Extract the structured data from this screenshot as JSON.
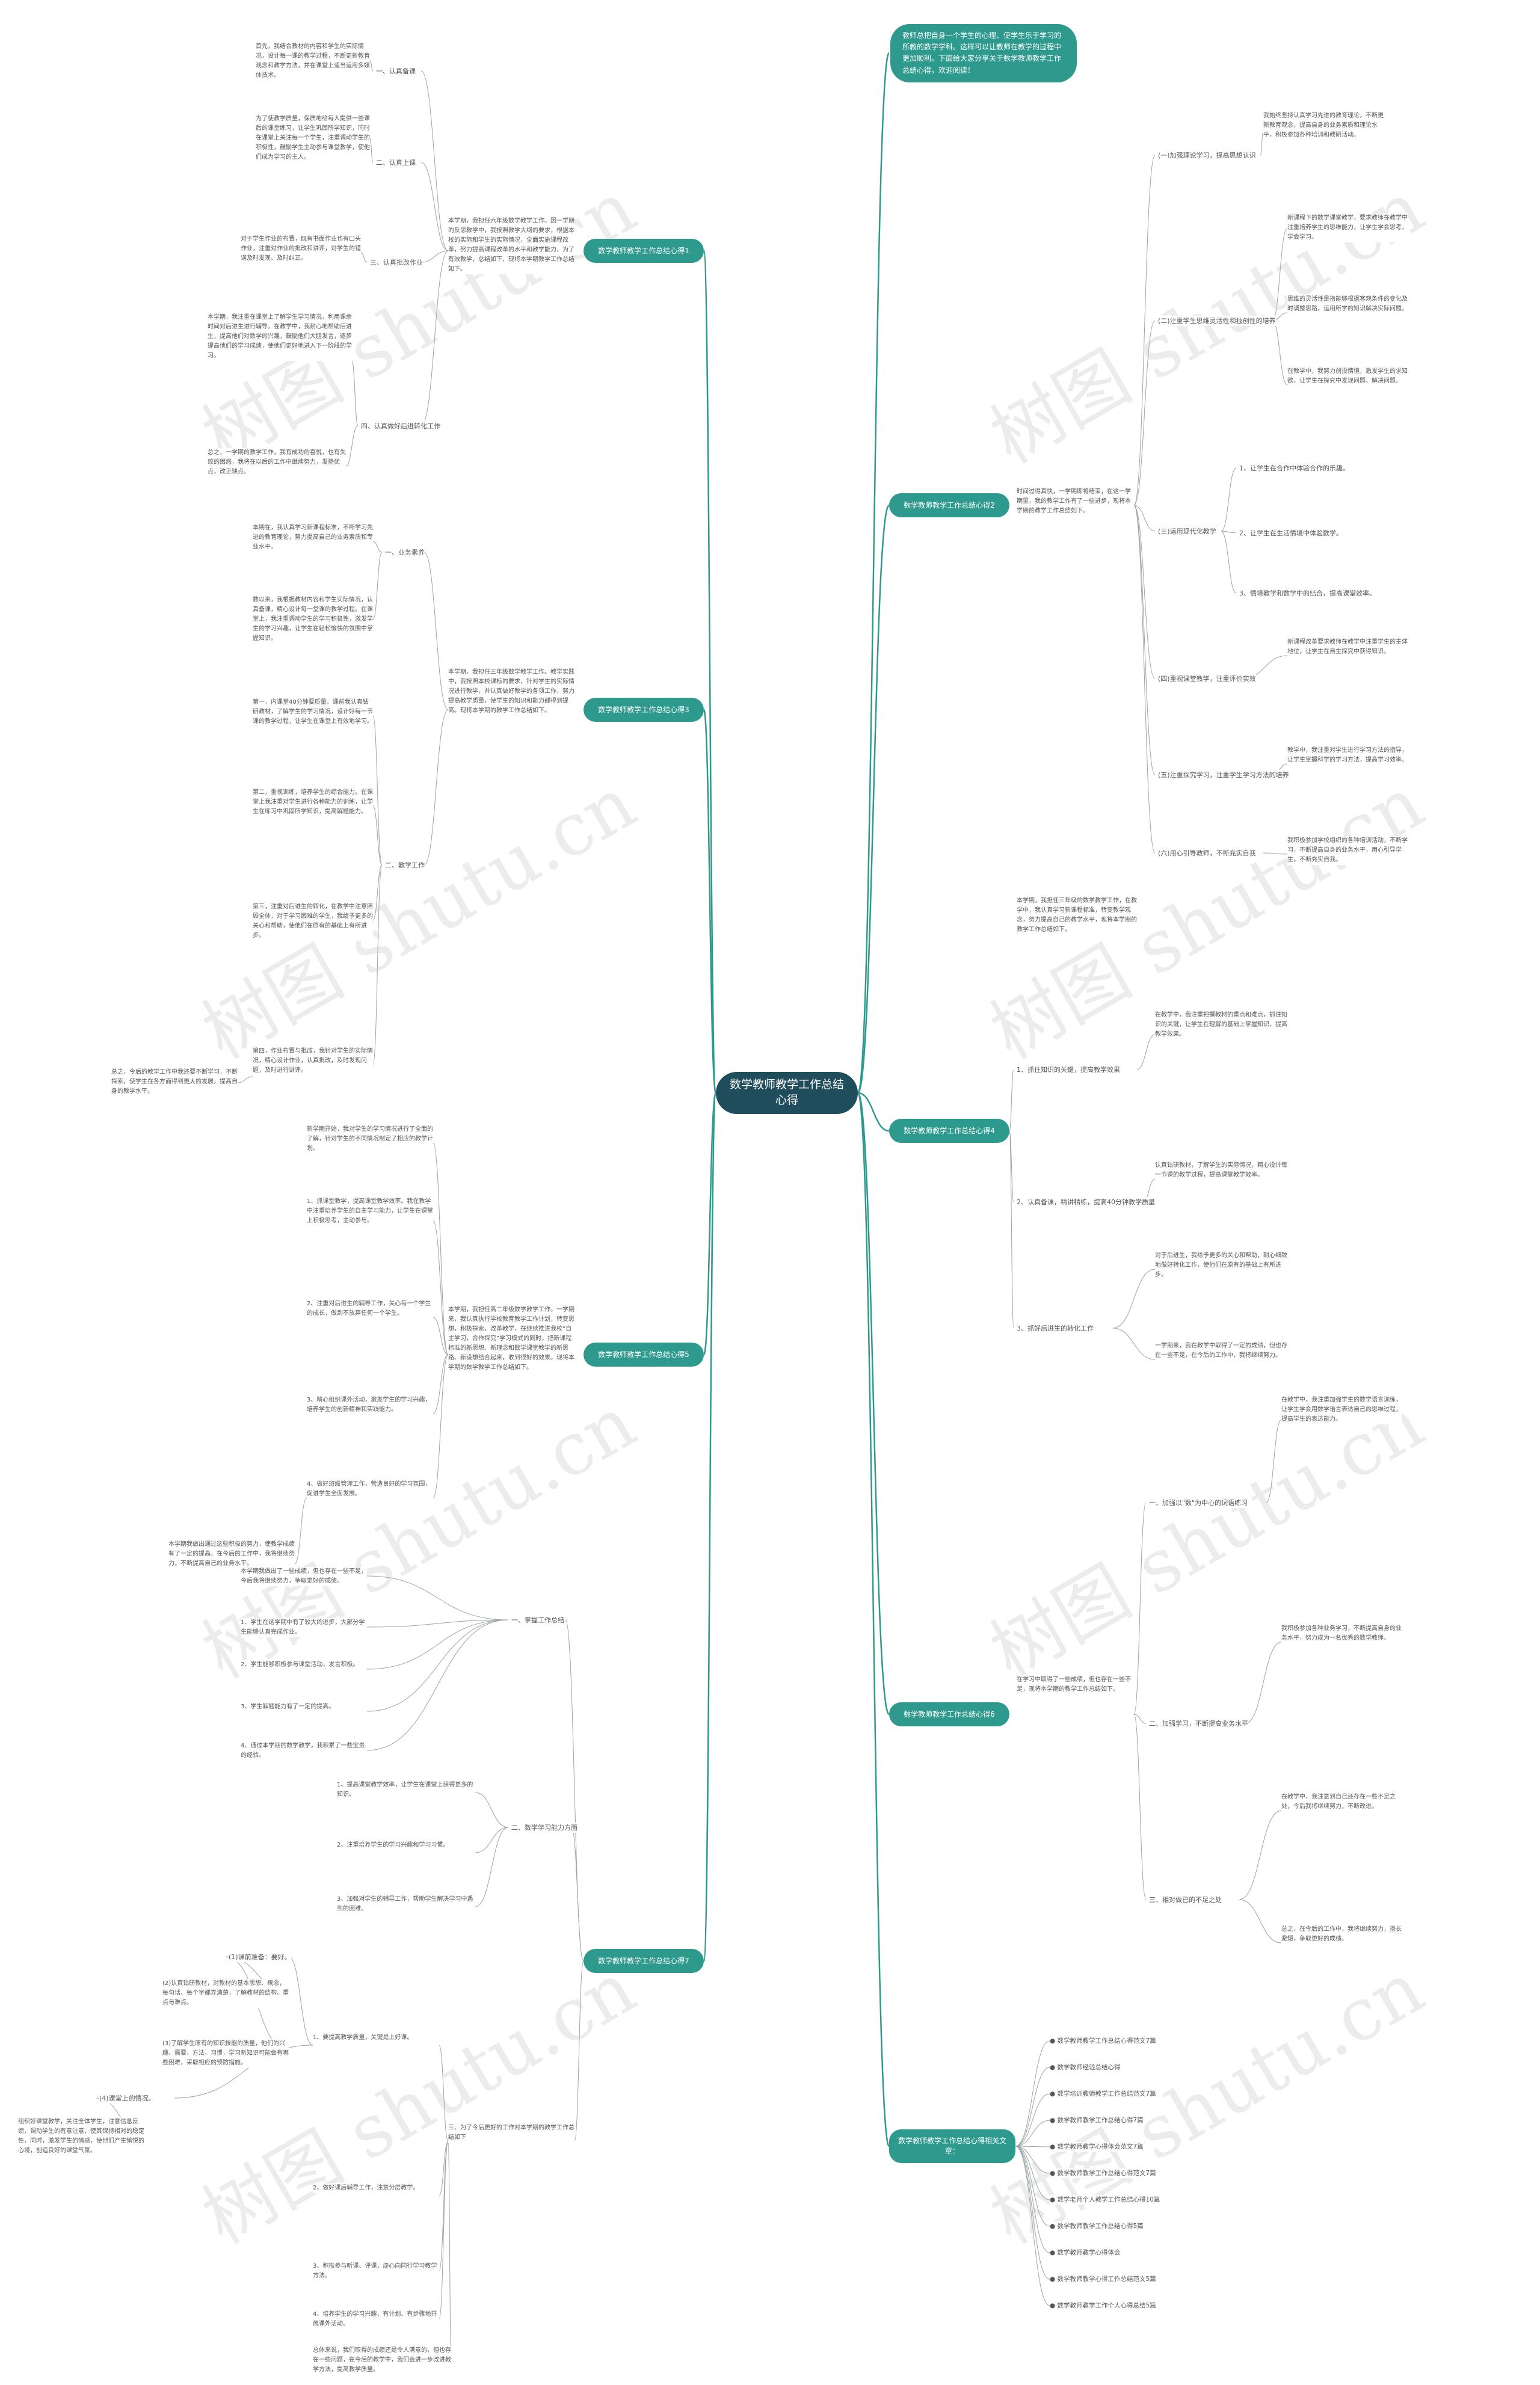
{
  "center": "数学教师教学工作总结心得",
  "intro": "教师总把自身一个学生的心理、使学生乐于学习的所教的数学学科。这样可以让教师在教学的过程中更加顺利。下面给大家分享关于数学教师教学工作总结心得，欢迎阅读！",
  "topics": [
    "数学教师教学工作总结心得1",
    "数学教师教学工作总结心得2",
    "数学教师教学工作总结心得3",
    "数学教师教学工作总结心得4",
    "数学教师教学工作总结心得5",
    "数学教师教学工作总结心得6",
    "数学教师教学工作总结心得7",
    "数学教师教学工作总结心得相关文章："
  ],
  "left1": {
    "summary": "本学期，我担任六年级数学教学工作。因一学期的反思教学中，我按照教学大纲的要求，根据本校的实际和学生的实际情况，全面实施课程改革，努力提高课程改革的水平和教学能力，为了有效教学，总结如下，现将本学期教学工作总结如下。",
    "items": [
      "一、认真备课",
      "二、认真上课",
      "三、认真批改作业",
      "四、认真做好后进转化工作"
    ],
    "p1": "首先，我结合教材的内容和学生的实际情况，设计每一课的教学过程，不断更新教育观念和教学方法，并在课堂上适当运用多媒体技术。",
    "p2": "为了使教学质量，保质地给每人提供一些课后的课堂练习，让学生巩固所学知识，同时在课堂上关注每一个学生，注重调动学生的积极性，鼓励学生主动参与课堂教学，使他们成为学习的主人。",
    "p3": "对于学生作业的布置，既有书面作业也有口头作业，注重对作业的批改和讲评，对学生的错误及时发现、及时纠正。",
    "p4": "本学期，我注重在课堂上了解学生学习情况，利用课余时间对后进生进行辅导。在教学中，我耐心地帮助后进生，提高他们对数学的兴趣，鼓励他们大胆发言，逐步提高他们的学习成绩，使他们更好地进入下一阶段的学习。",
    "p5": "总之，一学期的教学工作，我有成功的喜悦，也有失败的困惑，我将在以后的工作中继续努力，发扬优点，改正缺点。"
  },
  "left3": {
    "summary": "本学期，我担任三年级数学教学工作。教学实践中，我按照本校课标的要求，针对学生的实际情况进行教学，并认真做好教学的各项工作，努力提高教学质量，使学生的知识和能力都得到提高。现将本学期的教学工作总结如下。",
    "items": [
      "一、业务素养",
      "二、教学工作"
    ],
    "p1": "本期在，我认真学习新课程标准，不断学习先进的教育理论，努力提高自己的业务素质和专业水平。",
    "p2": "数以来，我根据教材内容和学生实际情况，认真备课，精心设计每一堂课的教学过程。在课堂上，我注重调动学生的学习积极性，激发学生的学习兴趣，让学生在轻松愉快的氛围中掌握知识。",
    "p3": "第一，内课堂40分钟要质量。课前我认真钻研教材，了解学生的学习情况，设计好每一节课的教学过程，让学生在课堂上有效地学习。",
    "p4": "第二，重视训练，培养学生的综合能力。在课堂上我注重对学生进行各种能力的训练，让学生在练习中巩固所学知识，提高解题能力。",
    "p5": "第三，注重对后进生的转化，在教学中注意照顾全体，对于学习困难的学生，我给予更多的关心和帮助，使他们在原有的基础上有所进步。",
    "p6": "第四，作业布置与批改，我针对学生的实际情况，精心设计作业，认真批改，及时发现问题，及时进行讲评。",
    "p7": "总之，今后的教学工作中我还要不断学习，不断探索，使学生在各方面得到更大的发展，提高自身的教学水平。"
  },
  "left5": {
    "summary": "本学期，我担任高二年级数学教学工作。一学期来，我认真执行学校教育教学工作计划，转变思想，积极探索，改革教学，在继续推进我校“自主学习，合作探究”学习模式的同时，把新课程标准的新思想、新理念和数学课堂教学的新思路、新设想结合起来，收到很好的效果。现将本学期的数学教学工作总结如下。",
    "p1": "新学期开始，我对学生的学习情况进行了全面的了解，针对学生的不同情况制定了相应的教学计划。",
    "p2": "1、抓课堂教学，提高课堂教学效率。我在教学中注重培养学生的自主学习能力，让学生在课堂上积极思考，主动参与。",
    "p3": "2、注重对后进生的辅导工作，关心每一个学生的成长，做到不放弃任何一个学生。",
    "p4": "3、精心组织课外活动，激发学生的学习兴趣，培养学生的创新精神和实践能力。",
    "p5": "4、做好班级管理工作，营造良好的学习氛围，促进学生全面发展。",
    "tail": "本学期我做出通过这些积极的努力，使教学成绩有了一定的提高。在今后的工作中，我将继续努力，不断提高自己的业务水平。"
  },
  "left7": {
    "summary": "一、掌握工作总结",
    "p0": "本学期我做出了一些成绩，但也存在一些不足，今后我将继续努力，争取更好的成绩。",
    "items": [
      "一、掌握工作总结",
      "二、数学学习能力方面",
      "三、为了今后更好的工作对本学期的教学工作总结如下"
    ],
    "p1": "1、学生在这学期中有了较大的进步，大部分学生能够认真完成作业。",
    "p2": "2、学生能够积极参与课堂活动，发言积极。",
    "p3": "3、学生解题能力有了一定的提高。",
    "p4": "4、通过本学期的数学教学，我积累了一些宝贵的经验。",
    "p5": "1、提高课堂教学效率，让学生在课堂上获得更多的知识。",
    "p6": "2、注重培养学生的学习兴趣和学习习惯。",
    "p7": "3、加强对学生的辅导工作，帮助学生解决学习中遇到的困难。",
    "p8": "(1)课前准备：要好。",
    "p9": "(2)认真钻研教材，对教材的基本思想、概念，每句话、每个字都弄清楚，了解教材的结构、重点与难点。",
    "p10": "(3)了解学生原有的知识技能的质量，他们的兴趣、需要、方法、习惯，学习新知识可能会有哪些困难，采取相应的预防措施。",
    "p11": "(4)课堂上的情况。",
    "p12": "组织好课堂教学，关注全体学生，注意信息反馈，调动学生的有意注意，使其保持相对的稳定性，同时，激发学生的情感，使他们产生愉悦的心境，创造良好的课堂气氛。",
    "p13": "1、要提高教学质量，关键是上好课。",
    "p14": "2、做好课后辅导工作，注意分层教学。",
    "p15": "3、积极参与听课、评课，虚心向同行学习教学方法。",
    "p16": "4、培养学生的学习兴趣，有计划、有步骤地开展课外活动。",
    "p17": "总体来说，我们取得的成绩还是令人满意的，但也存在一些问题，在今后的教学中，我们会进一步改进教学方法，提高教学质量。"
  },
  "right2": {
    "summary": "时间过得真快，一学期即将结束，在这一学期里，我的教学工作有了一些进步，现将本学期的教学工作总结如下。",
    "items": [
      "(一)加强理论学习，提高思想认识",
      "(二)注重学生思维灵活性和独创性的培养",
      "(三)运用现代化教学",
      "(四)重视课堂教学，注重评价实效",
      "(五)注重探究学习，注重学生学习方法的培养",
      "(六)用心引导教师，不断充实自我"
    ],
    "p1": "我始终坚持认真学习先进的教育理论，不断更新教育观念，提高自身的业务素质和理论水平，积极参加各种培训和教研活动。",
    "p2": "新课程下的数学课堂教学，要求教师在教学中注重培养学生的思维能力，让学生学会思考，学会学习。",
    "p3": "思维的灵活性是指能够根据客观条件的变化及时调整思路，运用所学的知识解决实际问题。",
    "p4": "在教学中，我努力创设情境，激发学生的求知欲，让学生在探究中发现问题、解决问题。",
    "sub1": "1、让学生在合作中体验合作的乐趣。",
    "sub2": "2、让学生在生活情境中体验数学。",
    "sub3": "3、情境教学和数学中的结合，提高课堂效率。",
    "p5": "新课程改革要求教师在教学中注重学生的主体地位，让学生在自主探究中获得知识。",
    "p6": "教学中，我注重对学生进行学习方法的指导，让学生掌握科学的学习方法，提高学习效率。",
    "p7": "我积极参加学校组织的各种培训活动，不断学习，不断提高自身的业务水平，用心引导学生，不断充实自我。"
  },
  "right4": {
    "summary": "本学期，我担任三年级的数学教学工作，在教学中，我认真学习新课程标准，转变教学观念，努力提高自己的教学水平，现将本学期的教学工作总结如下。",
    "items": [
      "1、抓住知识的关键，提高教学效果",
      "2、认真备课，精讲精练，提高40分钟教学质量",
      "3、抓好后进生的转化工作"
    ],
    "p1": "在教学中，我注重把握教材的重点和难点，抓住知识的关键，让学生在理解的基础上掌握知识，提高教学效果。",
    "p2": "认真钻研教材，了解学生的实际情况，精心设计每一节课的教学过程，提高课堂教学效率。",
    "p3": "对于后进生，我给予更多的关心和帮助，耐心细致地做好转化工作，使他们在原有的基础上有所进步。",
    "p4": "一学期来，我在教学中取得了一定的成绩，但也存在一些不足，在今后的工作中，我将继续努力。"
  },
  "right6": {
    "summary": "在学习中取得了一些成绩，但也存在一些不足，现将本学期的教学工作总结如下。",
    "items": [
      "一、加强以\"数\"为中心的词语练习",
      "二、加强学习，不断提高业务水平",
      "三、相对做已的不足之处"
    ],
    "p1": "在教学中，我注重加强学生的数学语言训练，让学生学会用数学语言表达自己的思维过程，提高学生的表达能力。",
    "p2": "我积极参加各种业务学习，不断提高自身的业务水平，努力成为一名优秀的数学教师。",
    "p3": "在教学中，我注意到自己还存在一些不足之处，今后我将继续努力，不断改进。",
    "p4": "总之，在今后的工作中，我将继续努力，扬长避短，争取更好的成绩。"
  },
  "related": [
    "数学教师教学工作总结心得范文7篇",
    "数学教师经验总结心得",
    "数学培训教师教学工作总结范文7篇",
    "数学教师教学工作总结心得7篇",
    "数学教师教学心得体会范文7篇",
    "数学教师教学工作总结心得范文7篇",
    "数学老师个人教学工作总结心得10篇",
    "数学教师教学工作总结心得5篇",
    "数学教师教学心得体会",
    "数学教师教学心得工作总结范文5篇",
    "数学教师教学工作个人心得总结5篇"
  ],
  "watermark": "树图 shutu.cn",
  "colors": {
    "center": "#1f4d5c",
    "topic": "#2e9a8e",
    "line": "#2e9a8e",
    "line_light": "#9aa3a6"
  }
}
